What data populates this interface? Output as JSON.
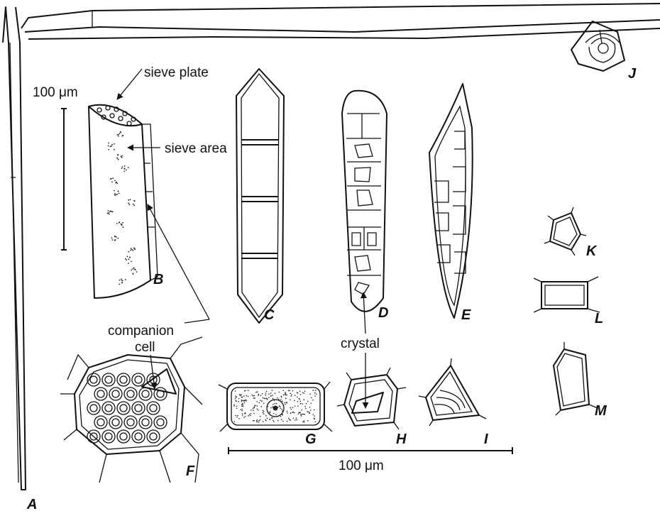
{
  "labels": {
    "sieve_plate": "sieve plate",
    "sieve_area": "sieve area",
    "scale_vertical": "100 μm",
    "scale_horizontal": "100 μm",
    "companion_line1": "companion",
    "companion_line2": "cell",
    "crystal": "crystal"
  },
  "panels": [
    "A",
    "B",
    "C",
    "D",
    "E",
    "F",
    "G",
    "H",
    "I",
    "J",
    "K",
    "L",
    "M"
  ],
  "colors": {
    "ink": "#111111",
    "background": "#ffffff"
  }
}
